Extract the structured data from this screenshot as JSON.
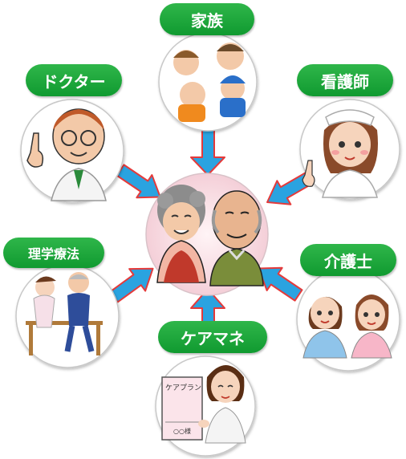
{
  "labels": {
    "family": "家族",
    "doctor": "ドクター",
    "nurse": "看護師",
    "therapist": "理学療法",
    "caregiver": "介護士",
    "care_manager": "ケアマネ"
  },
  "document": {
    "care_plan_title": "ケアプラン",
    "name_line": "○○様"
  },
  "colors": {
    "label_green": "#1aa83a",
    "arrow_blue": "#2aa3e0",
    "arrow_red_border": "#e53a3a",
    "center_pink": "#f7dde3"
  }
}
